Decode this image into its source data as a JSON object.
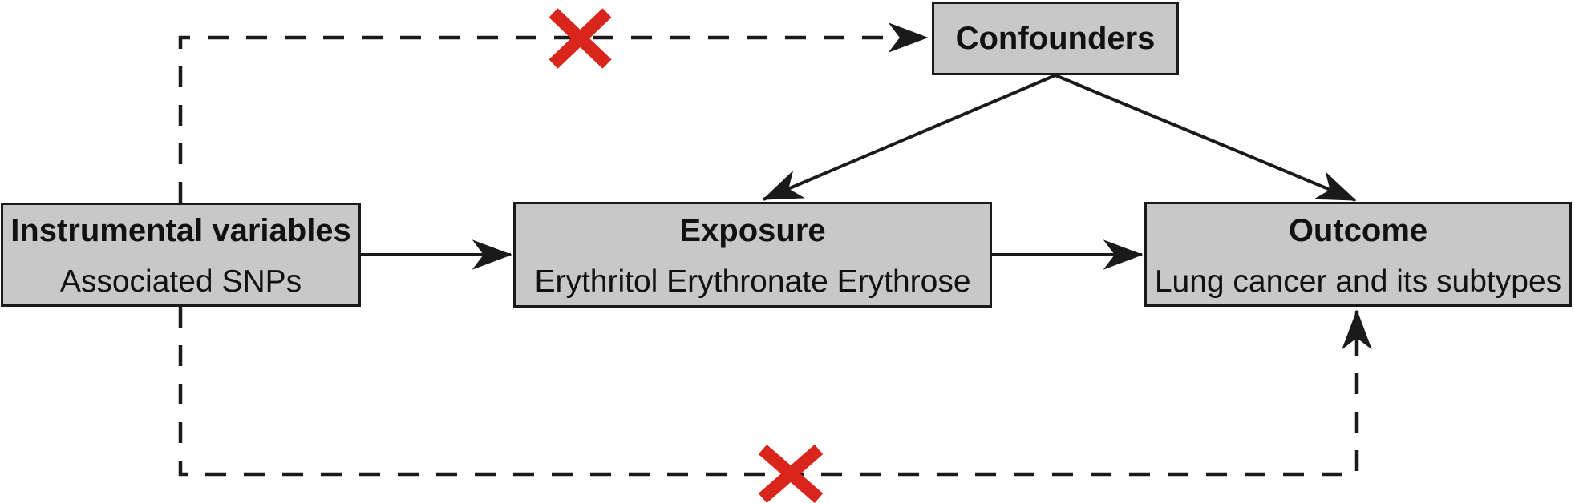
{
  "figure": {
    "nodes": {
      "confounders": {
        "title": "Confounders"
      },
      "instrumental_variables": {
        "title": "Instrumental variables",
        "subtitle": "Associated SNPs"
      },
      "exposure": {
        "title": "Exposure",
        "subtitle": "Erythritol Erythronate Erythrose"
      },
      "outcome": {
        "title": "Outcome",
        "subtitle": "Lung cancer and its subtypes"
      }
    },
    "edges": [
      {
        "from": "Instrumental variables",
        "to": "Exposure",
        "type": "solid-arrow"
      },
      {
        "from": "Exposure",
        "to": "Outcome",
        "type": "solid-arrow"
      },
      {
        "from": "Confounders",
        "to": "Exposure",
        "type": "solid-arrow"
      },
      {
        "from": "Confounders",
        "to": "Outcome",
        "type": "solid-arrow"
      },
      {
        "from": "Instrumental variables",
        "to": "Confounders",
        "type": "dashed-arrow-blocked"
      },
      {
        "from": "Instrumental variables",
        "to": "Outcome",
        "type": "dashed-arrow-blocked"
      }
    ],
    "colors": {
      "node-fill": "#c8c8c8",
      "line": "#1a1a1a",
      "text": "#111111",
      "cross": "#d9251c"
    }
  }
}
